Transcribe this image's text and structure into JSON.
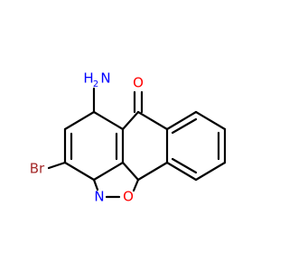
{
  "molecule": {
    "atoms": {
      "carbonyl_oxygen": {
        "label": "O",
        "color": "#ff0000"
      },
      "amino": {
        "label_n": "N",
        "label_h2": "H",
        "label_sub": "2",
        "color": "#0000ff"
      },
      "bromine": {
        "label": "Br",
        "color": "#a52a2a"
      },
      "ring_nitrogen": {
        "label": "N",
        "color": "#0000ff"
      },
      "ring_oxygen": {
        "label": "O",
        "color": "#ff0000"
      }
    },
    "bond_color": "#000000"
  }
}
